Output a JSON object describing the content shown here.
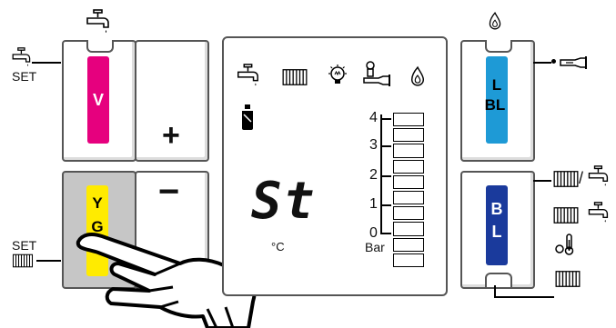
{
  "left_labels": {
    "set_top": "SET",
    "set_bottom": "SET"
  },
  "buttons": {
    "v": {
      "label": "V",
      "color": "#e6007e"
    },
    "yg": {
      "label_y": "Y",
      "label_g": "G",
      "color": "#ffeb00"
    },
    "plus": "+",
    "minus": "−",
    "lbl": {
      "label_l": "L",
      "label_bl": "BL",
      "color": "#1e9ad6"
    },
    "bl": {
      "label_b": "B",
      "label_l": "L",
      "color": "#1a3a9c"
    }
  },
  "display": {
    "code": "St",
    "unit": "°C",
    "bar_unit": "Bar",
    "scale": [
      "4",
      "3",
      "2",
      "1",
      "0"
    ]
  },
  "icons": {
    "top_left_tap": "faucet-icon",
    "set_tap": "faucet-icon",
    "set_radiator": "radiator-icon",
    "flame_top": "flame-icon",
    "hand_tap": "hand-tap-icon",
    "radiator_tap": "radiator-tap-icon",
    "thermometer": "thermometer-icon",
    "radiator_bottom": "radiator-icon"
  },
  "separators": {
    "radiator_or_tap": "/"
  }
}
